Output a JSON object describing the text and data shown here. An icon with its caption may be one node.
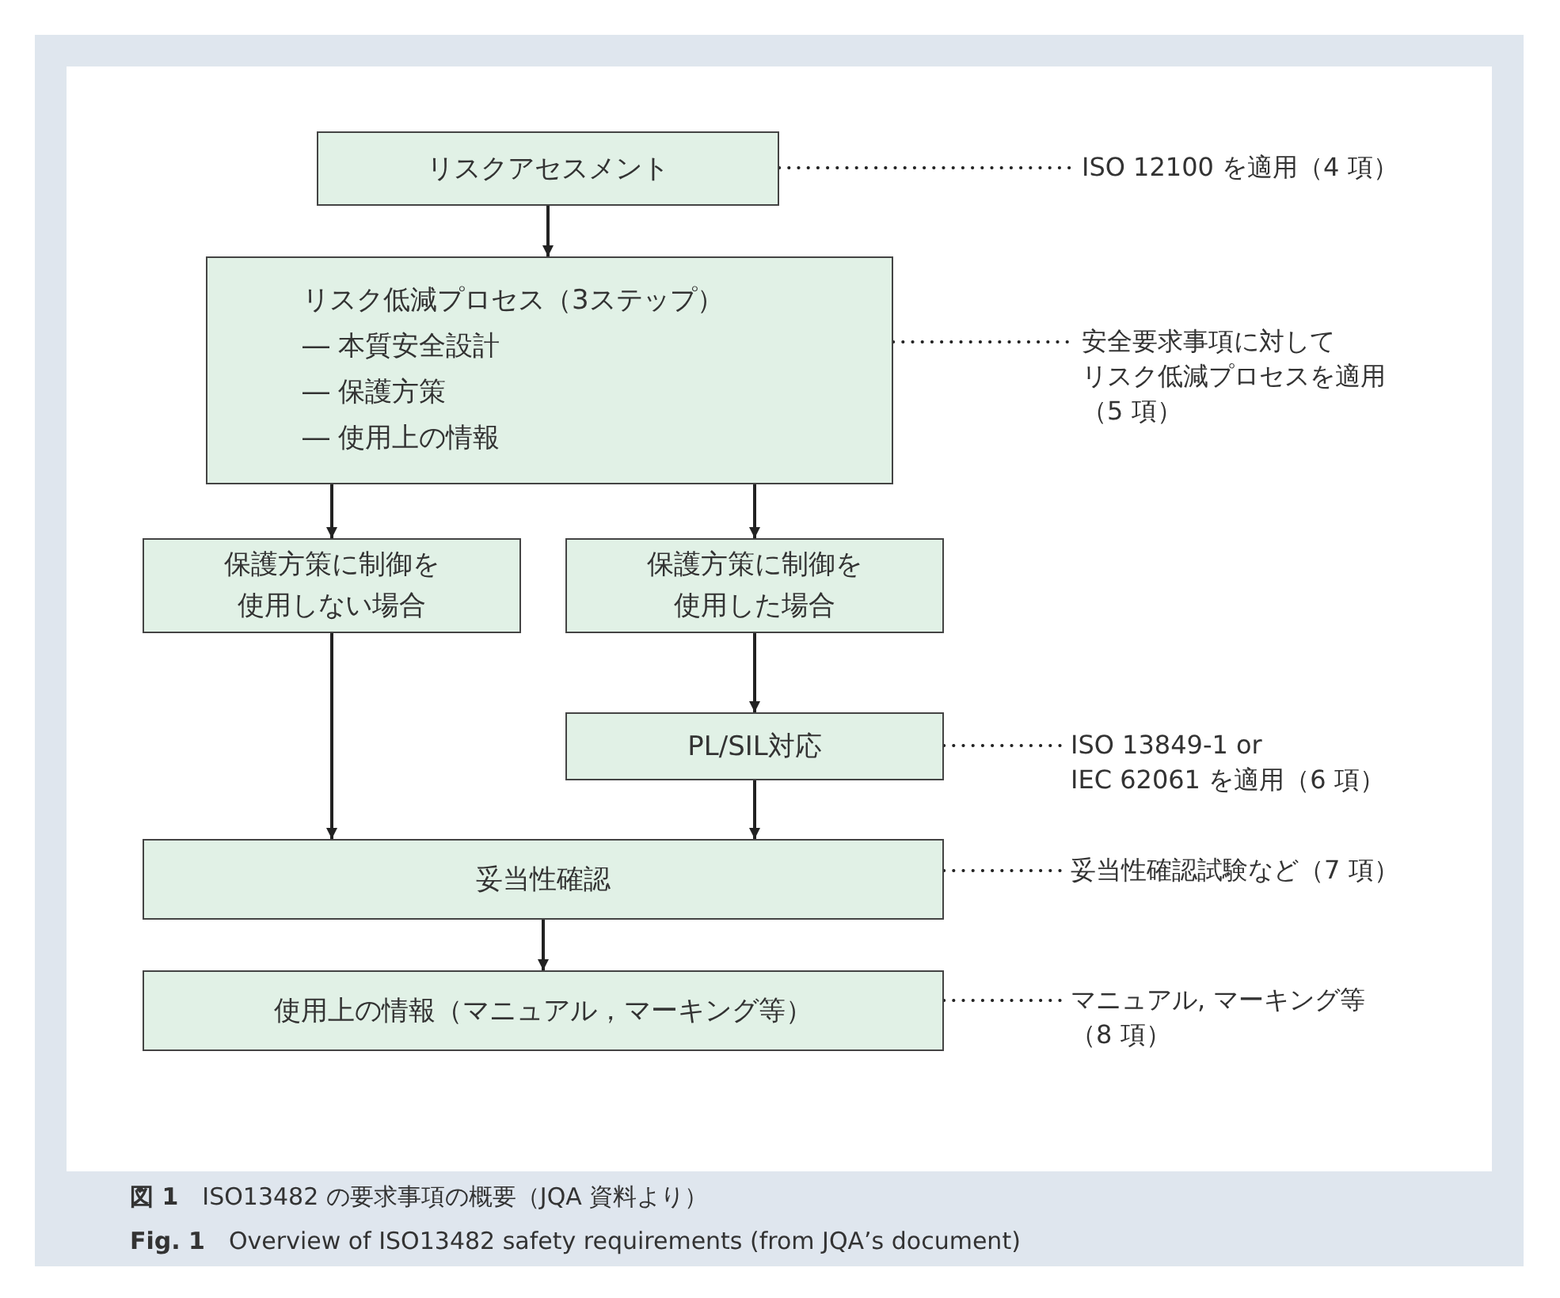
{
  "diagram": {
    "caption": "**図 1**　ISO13482 の要求事項の概要（JQA 資料より）",
    "nodes": [
      {
        "text": [
          "リスクアセスメント"
        ]
      },
      {
        "text": [
          "リスク低減プロセス（3ステップ）",
          "― 本質安全設計",
          "― 保護方策",
          "― 使用上の情報"
        ]
      },
      {
        "text": [
          "保護方策に制御を使用しない場合"
        ]
      },
      {
        "text": [
          "保護方策に制御を使用した場合"
        ]
      },
      {
        "text": [
          "PL/SIL対応"
        ]
      },
      {
        "text": [
          "妥当性確認"
        ]
      },
      {
        "text": [
          "使用上の情報（マニュアル，マーキング等）"
        ]
      },
      {
        "text": [
          "ISO 12100 を適用（4 項）"
        ]
      },
      {
        "text": [
          "安全要求事項に対して",
          "リスク低減プロセスを適用",
          "（5 項）"
        ]
      },
      {
        "text": [
          "ISO 13849-1 or",
          "IEC 62061 を適用（6 項）"
        ]
      },
      {
        "text": [
          "妥当性確認試験など（7 項）"
        ]
      },
      {
        "text": [
          "マニュアル, マーキング等",
          "（8 項）"
        ]
      }
    ],
    "edges": [
      {
        "from": 0,
        "to": 1,
        "arrow": "to"
      },
      {
        "from": 1,
        "to": 2,
        "arrow": "to"
      },
      {
        "from": 1,
        "to": 3,
        "arrow": "to"
      },
      {
        "from": 3,
        "to": 4,
        "arrow": "to"
      },
      {
        "from": 2,
        "to": 5,
        "arrow": "to"
      },
      {
        "from": 4,
        "to": 5,
        "arrow": "to"
      },
      {
        "from": 5,
        "to": 6,
        "arrow": "to"
      },
      {
        "from": 0,
        "to": 7,
        "arrow": "none",
        "style": "dashed"
      },
      {
        "from": 1,
        "to": 8,
        "arrow": "none",
        "style": "dashed"
      },
      {
        "from": 4,
        "to": 9,
        "arrow": "none",
        "style": "dashed"
      },
      {
        "from": 5,
        "to": 10,
        "arrow": "none",
        "style": "dashed"
      },
      {
        "from": 6,
        "to": 11,
        "arrow": "none",
        "style": "dashed"
      }
    ],
    "labels": [
      "**Fig. 1**　Overview of ISO13482 safety requirements (from JQA’s document)"
    ]
  }
}
